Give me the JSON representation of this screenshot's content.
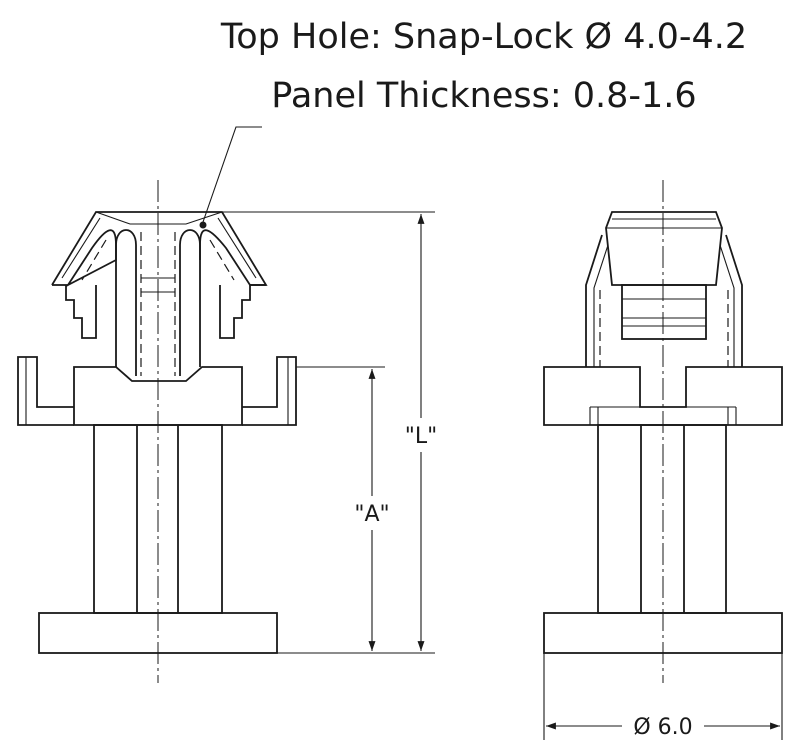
{
  "title": {
    "line1": "Top Hole: Snap-Lock Ø 4.0-4.2",
    "line2": "Panel Thickness: 0.8-1.6"
  },
  "dimensions": {
    "length_label": "\"L\"",
    "a_label": "\"A\"",
    "diameter_label": "Ø 6.0"
  }
}
